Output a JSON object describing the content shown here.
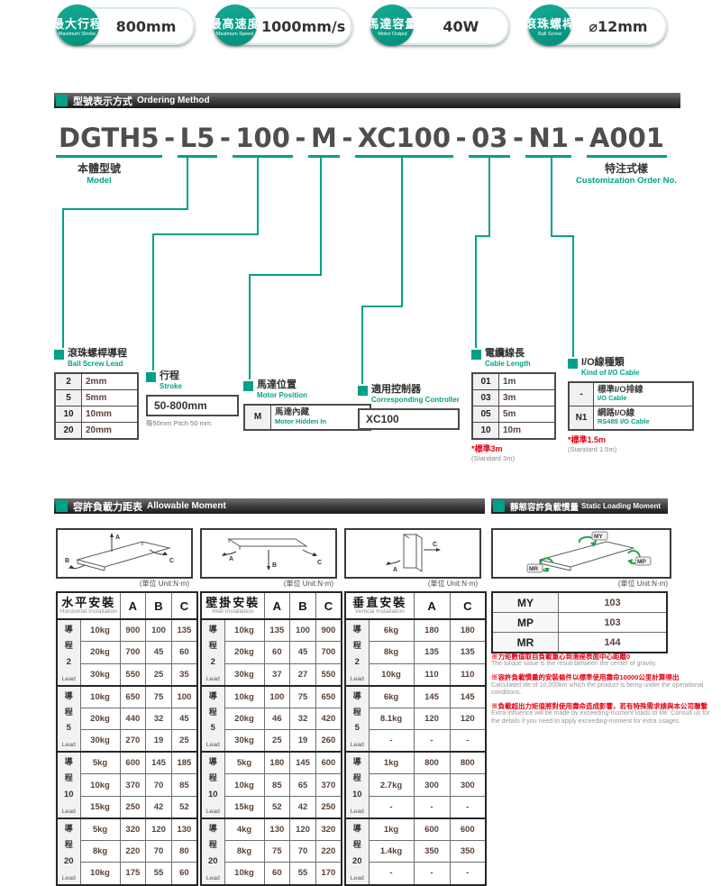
{
  "colors": {
    "accent": "#00a189",
    "note_red": "#e60012",
    "header_bar": "#3a3a3a"
  },
  "badges": [
    {
      "zh": "最大行程",
      "en": "Maximum Stroke",
      "value": "800mm"
    },
    {
      "zh": "最高速度",
      "en": "Maximum Speed",
      "value": "1000mm/s"
    },
    {
      "zh": "馬達容量",
      "en": "Motor Output",
      "value": "40W"
    },
    {
      "zh": "滾珠螺桿",
      "en": "Ball Screw",
      "value": "⌀12mm"
    }
  ],
  "ordering": {
    "header_zh": "型號表示方式",
    "header_en": "Ordering Method",
    "segments": [
      "DGTH5",
      "L5",
      "100",
      "M",
      "XC100",
      "03",
      "N1",
      "A001"
    ],
    "dash": "-",
    "model_label_zh": "本體型號",
    "model_label_en": "Model",
    "custom_label_zh": "特注式樣",
    "custom_label_en": "Customization Order No.",
    "lead_block": {
      "title_zh": "滾珠螺桿導程",
      "title_en": "Ball Screw Lead",
      "rows": [
        [
          "2",
          "2mm"
        ],
        [
          "5",
          "5mm"
        ],
        [
          "10",
          "10mm"
        ],
        [
          "20",
          "20mm"
        ]
      ]
    },
    "stroke_block": {
      "title_zh": "行程",
      "title_en": "Stroke",
      "value": "50-800mm",
      "note": "每50mm Pitch 50 mm"
    },
    "motor_block": {
      "title_zh": "馬達位置",
      "title_en": "Motor Position",
      "rows": [
        [
          "M",
          "馬達內藏",
          "Motor Hidden In"
        ]
      ]
    },
    "controller_block": {
      "title_zh": "適用控制器",
      "title_en": "Corresponding Controller",
      "value": "XC100"
    },
    "cable_block": {
      "title_zh": "電纜線長",
      "title_en": "Cable Length",
      "rows": [
        [
          "01",
          "1m"
        ],
        [
          "03",
          "3m"
        ],
        [
          "05",
          "5m"
        ],
        [
          "10",
          "10m"
        ]
      ],
      "note_red": "*標準3m",
      "note_gray": "(Standard 3m)"
    },
    "io_block": {
      "title_zh": "I/O線種類",
      "title_en": "Kind of I/O Cable",
      "rows": [
        [
          "-",
          "標準I/O排線",
          "I/O Cable"
        ],
        [
          "N1",
          "網路I/O線",
          "RS485 I/O Cable"
        ]
      ],
      "note_red": "*標準1.5m",
      "note_gray": "(Standard 1.5m)"
    }
  },
  "moment": {
    "header_zh": "容許負載力距表",
    "header_en": "Allowable Moment",
    "unit": "(單位 Unit:N·m)",
    "lead_prefix_zh": "導程",
    "lead_suffix": "Lead",
    "tables": [
      {
        "title_zh": "水平安裝",
        "title_en": "Horizontal Installation",
        "cols": [
          "A",
          "B",
          "C"
        ],
        "groups": [
          {
            "lead": "2",
            "rows": [
              [
                "10kg",
                "900",
                "100",
                "135"
              ],
              [
                "20kg",
                "700",
                "45",
                "60"
              ],
              [
                "30kg",
                "550",
                "25",
                "35"
              ]
            ]
          },
          {
            "lead": "5",
            "rows": [
              [
                "10kg",
                "650",
                "75",
                "100"
              ],
              [
                "20kg",
                "440",
                "32",
                "45"
              ],
              [
                "30kg",
                "270",
                "19",
                "25"
              ]
            ]
          },
          {
            "lead": "10",
            "rows": [
              [
                "5kg",
                "600",
                "145",
                "185"
              ],
              [
                "10kg",
                "370",
                "70",
                "85"
              ],
              [
                "15kg",
                "250",
                "42",
                "52"
              ]
            ]
          },
          {
            "lead": "20",
            "rows": [
              [
                "5kg",
                "320",
                "120",
                "130"
              ],
              [
                "8kg",
                "220",
                "70",
                "80"
              ],
              [
                "10kg",
                "175",
                "55",
                "60"
              ]
            ]
          }
        ]
      },
      {
        "title_zh": "壁掛安裝",
        "title_en": "Wall Installation",
        "cols": [
          "A",
          "B",
          "C"
        ],
        "groups": [
          {
            "lead": "2",
            "rows": [
              [
                "10kg",
                "135",
                "100",
                "900"
              ],
              [
                "20kg",
                "60",
                "45",
                "700"
              ],
              [
                "30kg",
                "37",
                "27",
                "550"
              ]
            ]
          },
          {
            "lead": "5",
            "rows": [
              [
                "10kg",
                "100",
                "75",
                "650"
              ],
              [
                "20kg",
                "46",
                "32",
                "420"
              ],
              [
                "30kg",
                "25",
                "19",
                "260"
              ]
            ]
          },
          {
            "lead": "10",
            "rows": [
              [
                "5kg",
                "180",
                "145",
                "600"
              ],
              [
                "10kg",
                "85",
                "65",
                "370"
              ],
              [
                "15kg",
                "52",
                "42",
                "250"
              ]
            ]
          },
          {
            "lead": "20",
            "rows": [
              [
                "4kg",
                "130",
                "120",
                "320"
              ],
              [
                "8kg",
                "75",
                "70",
                "220"
              ],
              [
                "10kg",
                "60",
                "55",
                "170"
              ]
            ]
          }
        ]
      },
      {
        "title_zh": "垂直安裝",
        "title_en": "Vertical Installation",
        "cols": [
          "A",
          "C"
        ],
        "groups": [
          {
            "lead": "2",
            "rows": [
              [
                "6kg",
                "180",
                "180"
              ],
              [
                "8kg",
                "135",
                "135"
              ],
              [
                "10kg",
                "110",
                "110"
              ]
            ]
          },
          {
            "lead": "5",
            "rows": [
              [
                "6kg",
                "145",
                "145"
              ],
              [
                "8.1kg",
                "120",
                "120"
              ],
              [
                "-",
                "-",
                "-"
              ]
            ]
          },
          {
            "lead": "10",
            "rows": [
              [
                "1kg",
                "800",
                "800"
              ],
              [
                "2.7kg",
                "300",
                "300"
              ],
              [
                "-",
                "-",
                "-"
              ]
            ]
          },
          {
            "lead": "20",
            "rows": [
              [
                "1kg",
                "600",
                "600"
              ],
              [
                "1.4kg",
                "350",
                "350"
              ],
              [
                "-",
                "-",
                "-"
              ]
            ]
          }
        ]
      }
    ]
  },
  "static_moment": {
    "header_zh": "靜態容許負載慣量",
    "header_en": "Static Loading Moment",
    "unit": "(單位 Unit:N·m)",
    "rows": [
      [
        "MY",
        "103"
      ],
      [
        "MP",
        "103"
      ],
      [
        "MR",
        "144"
      ]
    ],
    "notes": [
      {
        "red": "※力矩數值取自負載重心到滑座表面中心距離0",
        "gray": "The torque value is the result between the center of gravity."
      },
      {
        "red": "※容許負載慣量的安裝條件以標準使用壽命10000公里計算得出",
        "gray": "Calculated life of 10,000km which the product is being under the operational conditions."
      },
      {
        "red": "※負載超出力矩值將對使用壽命造成影響，若有特殊需求請與本公司聯繫",
        "gray": "Extra influence will be made by exceeding-moment loads to life. Consult us for the details if you need to apply exceeding-moment for extra usages."
      }
    ]
  },
  "diagrams": {
    "a": "A",
    "b": "B",
    "c": "C",
    "my": "MY",
    "mp": "MP",
    "mr": "MR"
  }
}
